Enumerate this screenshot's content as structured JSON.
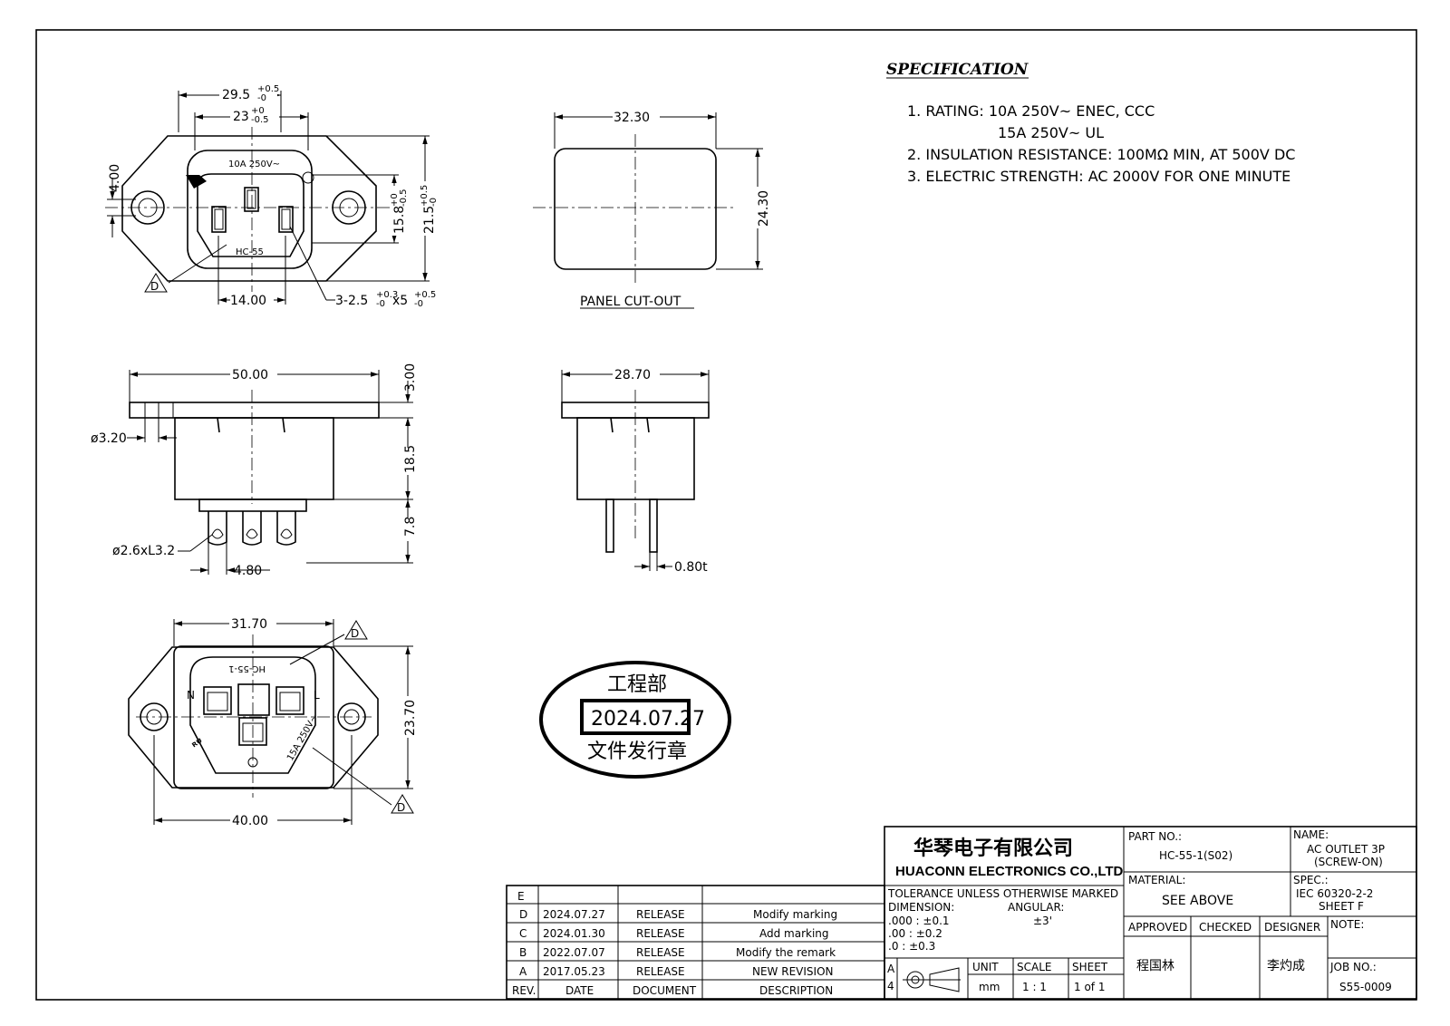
{
  "specification": {
    "title": "SPECIFICATION",
    "items": [
      "1. RATING:  10A  250V~  ENEC, CCC",
      "15A  250V~  UL",
      "2. INSULATION RESISTANCE:  100MΩ  MIN,  AT  500V DC",
      "3. ELECTRIC  STRENGTH:  AC  2000V  FOR  ONE  MINUTE"
    ]
  },
  "front_view": {
    "dim_top1": "29.5",
    "dim_top1_tol_up": "+0.5",
    "dim_top1_tol_dn": "-0",
    "dim_top2": "23",
    "dim_top2_tol_up": "+0",
    "dim_top2_tol_dn": "-0.5",
    "dim_left": "4.00",
    "dim_r1": "15.8",
    "dim_r1_tol_up": "+0",
    "dim_r1_tol_dn": "-0.5",
    "dim_r2": "21.5",
    "dim_r2_tol_up": "+0.5",
    "dim_r2_tol_dn": "-0",
    "rating_mark": "10A  250V~",
    "model_mark": "HC-55",
    "dim_bottom": "14.00",
    "slot_dim": "3-2.5",
    "slot_dim_tol1_up": "+0.3",
    "slot_dim_tol1_dn": "-0",
    "slot_dim_mid": "x5",
    "slot_dim_tol2_up": "+0.5",
    "slot_dim_tol2_dn": "-0",
    "rev_flag": "D"
  },
  "panel_cutout": {
    "width": "32.30",
    "height": "24.30",
    "label": "PANEL  CUT-OUT"
  },
  "side_view": {
    "width": "50.00",
    "flange": "3.00",
    "hole": "ø3.20",
    "body": "18.5",
    "pins": "7.8",
    "pin_hole": "ø2.6xL3.2",
    "pitch": "4.80"
  },
  "side_view2": {
    "width": "28.70",
    "thickness": "0.80t"
  },
  "rear_view": {
    "width": "31.70",
    "height": "23.70",
    "overall": "40.00",
    "mark_model": "HC-55-1",
    "mark_n": "N",
    "mark_l": "L",
    "mark_rating": "15A 250V~",
    "rev_flag": "D"
  },
  "stamp": {
    "dept": "工程部",
    "date": "2024.07.27",
    "caption": "文件发行章"
  },
  "revision_table": {
    "headers": [
      "REV.",
      "DATE",
      "DOCUMENT",
      "DESCRIPTION"
    ],
    "rows": [
      {
        "rev": "E",
        "date": "",
        "doc": "",
        "desc": ""
      },
      {
        "rev": "D",
        "date": "2024.07.27",
        "doc": "RELEASE",
        "desc": "Modify  marking"
      },
      {
        "rev": "C",
        "date": "2024.01.30",
        "doc": "RELEASE",
        "desc": "Add  marking"
      },
      {
        "rev": "B",
        "date": "2022.07.07",
        "doc": "RELEASE",
        "desc": "Modify  the  remark"
      },
      {
        "rev": "A",
        "date": "2017.05.23",
        "doc": "RELEASE",
        "desc": "NEW  REVISION"
      }
    ]
  },
  "title_block": {
    "company_cn": "华琴电子有限公司",
    "company_en": "HUACONN ELECTRONICS CO.,LTD",
    "part_no_label": "PART NO.:",
    "part_no": "HC-55-1(S02)",
    "name_label": "NAME:",
    "name_line1": "AC  OUTLET  3P",
    "name_line2": "(SCREW-ON)",
    "material_label": "MATERIAL:",
    "material": "SEE  ABOVE",
    "spec_label": "SPEC.:",
    "spec_line1": "IEC  60320-2-2",
    "spec_line2": "SHEET  F",
    "tol_title": "TOLERANCE  UNLESS  OTHERWISE  MARKED",
    "tol_dim": "DIMENSION:",
    "tol_ang": "ANGULAR:",
    "tol_ang_val": "±3'",
    "tol_1": ".000   :  ±0.1",
    "tol_2": ".00    :  ±0.2",
    "tol_3": ".0     :  ±0.3",
    "approved": "APPROVED",
    "checked": "CHECKED",
    "designer": "DESIGNER",
    "note_label": "NOTE:",
    "approved_by": "程国林",
    "designer_by": "李灼成",
    "size_a": "A",
    "size_4": "4",
    "unit_label": "UNIT",
    "unit": "mm",
    "scale_label": "SCALE",
    "scale": "1 : 1",
    "sheet_label": "SHEET",
    "sheet": "1 of 1",
    "job_label": "JOB  NO.:",
    "job_no": "S55-0009"
  }
}
